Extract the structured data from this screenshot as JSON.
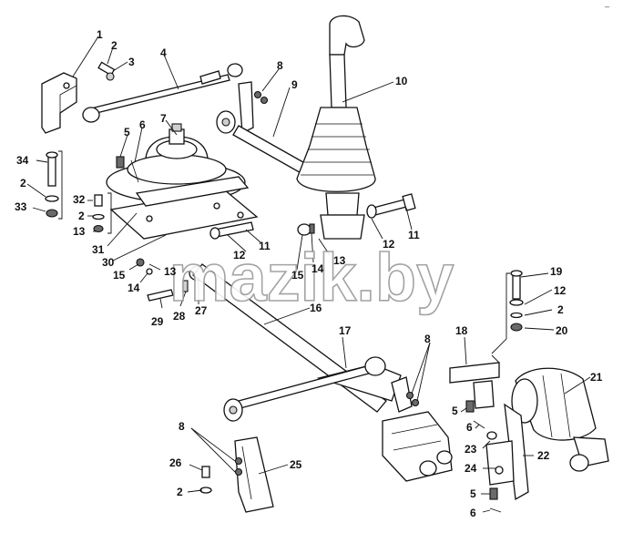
{
  "watermark": "mazik.by",
  "corner_mark": "–",
  "callouts": [
    {
      "id": "c1",
      "text": "1"
    },
    {
      "id": "c2a",
      "text": "2"
    },
    {
      "id": "c3",
      "text": "3"
    },
    {
      "id": "c4",
      "text": "4"
    },
    {
      "id": "c8a",
      "text": "8"
    },
    {
      "id": "c9",
      "text": "9"
    },
    {
      "id": "c10",
      "text": "10"
    },
    {
      "id": "c5a",
      "text": "5"
    },
    {
      "id": "c6a",
      "text": "6"
    },
    {
      "id": "c7",
      "text": "7"
    },
    {
      "id": "c34",
      "text": "34"
    },
    {
      "id": "c2b",
      "text": "2"
    },
    {
      "id": "c33",
      "text": "33"
    },
    {
      "id": "c32",
      "text": "32"
    },
    {
      "id": "c2c",
      "text": "2"
    },
    {
      "id": "c13a",
      "text": "13"
    },
    {
      "id": "c31",
      "text": "31"
    },
    {
      "id": "c30",
      "text": "30"
    },
    {
      "id": "c12a",
      "text": "12"
    },
    {
      "id": "c11a",
      "text": "11"
    },
    {
      "id": "c12b",
      "text": "12"
    },
    {
      "id": "c11b",
      "text": "11"
    },
    {
      "id": "c15a",
      "text": "15"
    },
    {
      "id": "c13b",
      "text": "13"
    },
    {
      "id": "c14a",
      "text": "14"
    },
    {
      "id": "c15b",
      "text": "15"
    },
    {
      "id": "c14b",
      "text": "14"
    },
    {
      "id": "c13c",
      "text": "13"
    },
    {
      "id": "c29",
      "text": "29"
    },
    {
      "id": "c28",
      "text": "28"
    },
    {
      "id": "c27",
      "text": "27"
    },
    {
      "id": "c16",
      "text": "16"
    },
    {
      "id": "c19",
      "text": "19"
    },
    {
      "id": "c12c",
      "text": "12"
    },
    {
      "id": "c2d",
      "text": "2"
    },
    {
      "id": "c20",
      "text": "20"
    },
    {
      "id": "c17",
      "text": "17"
    },
    {
      "id": "c18",
      "text": "18"
    },
    {
      "id": "c8b",
      "text": "8"
    },
    {
      "id": "c21",
      "text": "21"
    },
    {
      "id": "c5b",
      "text": "5"
    },
    {
      "id": "c6b",
      "text": "6"
    },
    {
      "id": "c23",
      "text": "23"
    },
    {
      "id": "c22",
      "text": "22"
    },
    {
      "id": "c24",
      "text": "24"
    },
    {
      "id": "c8c",
      "text": "8"
    },
    {
      "id": "c26",
      "text": "26"
    },
    {
      "id": "c25",
      "text": "25"
    },
    {
      "id": "c2e",
      "text": "2"
    },
    {
      "id": "c5c",
      "text": "5"
    },
    {
      "id": "c6c",
      "text": "6"
    }
  ]
}
